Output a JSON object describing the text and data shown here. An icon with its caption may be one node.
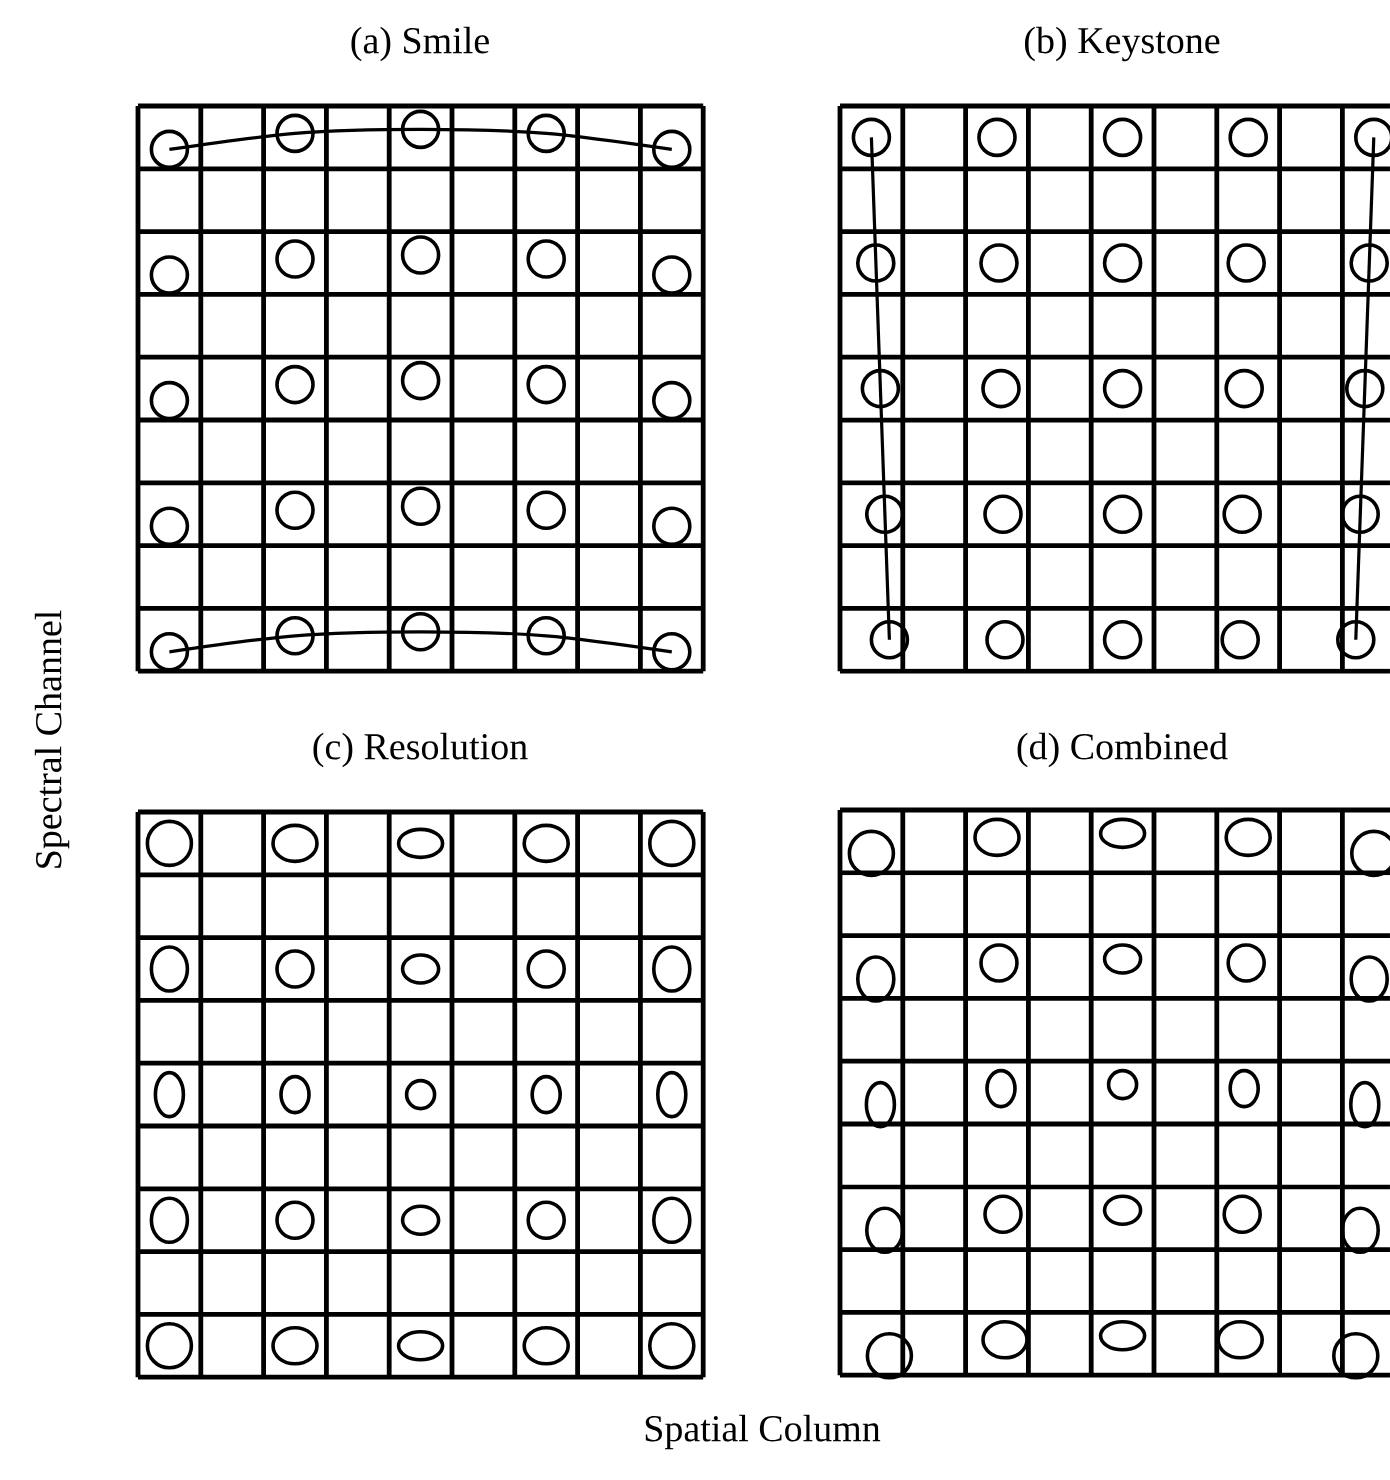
{
  "diagram": {
    "labels": [
      "(a) Smile",
      "(b) Keystone",
      "(c) Resolution",
      "(d) Combined",
      "Spectral Channel",
      "Spatial Column"
    ]
  }
}
